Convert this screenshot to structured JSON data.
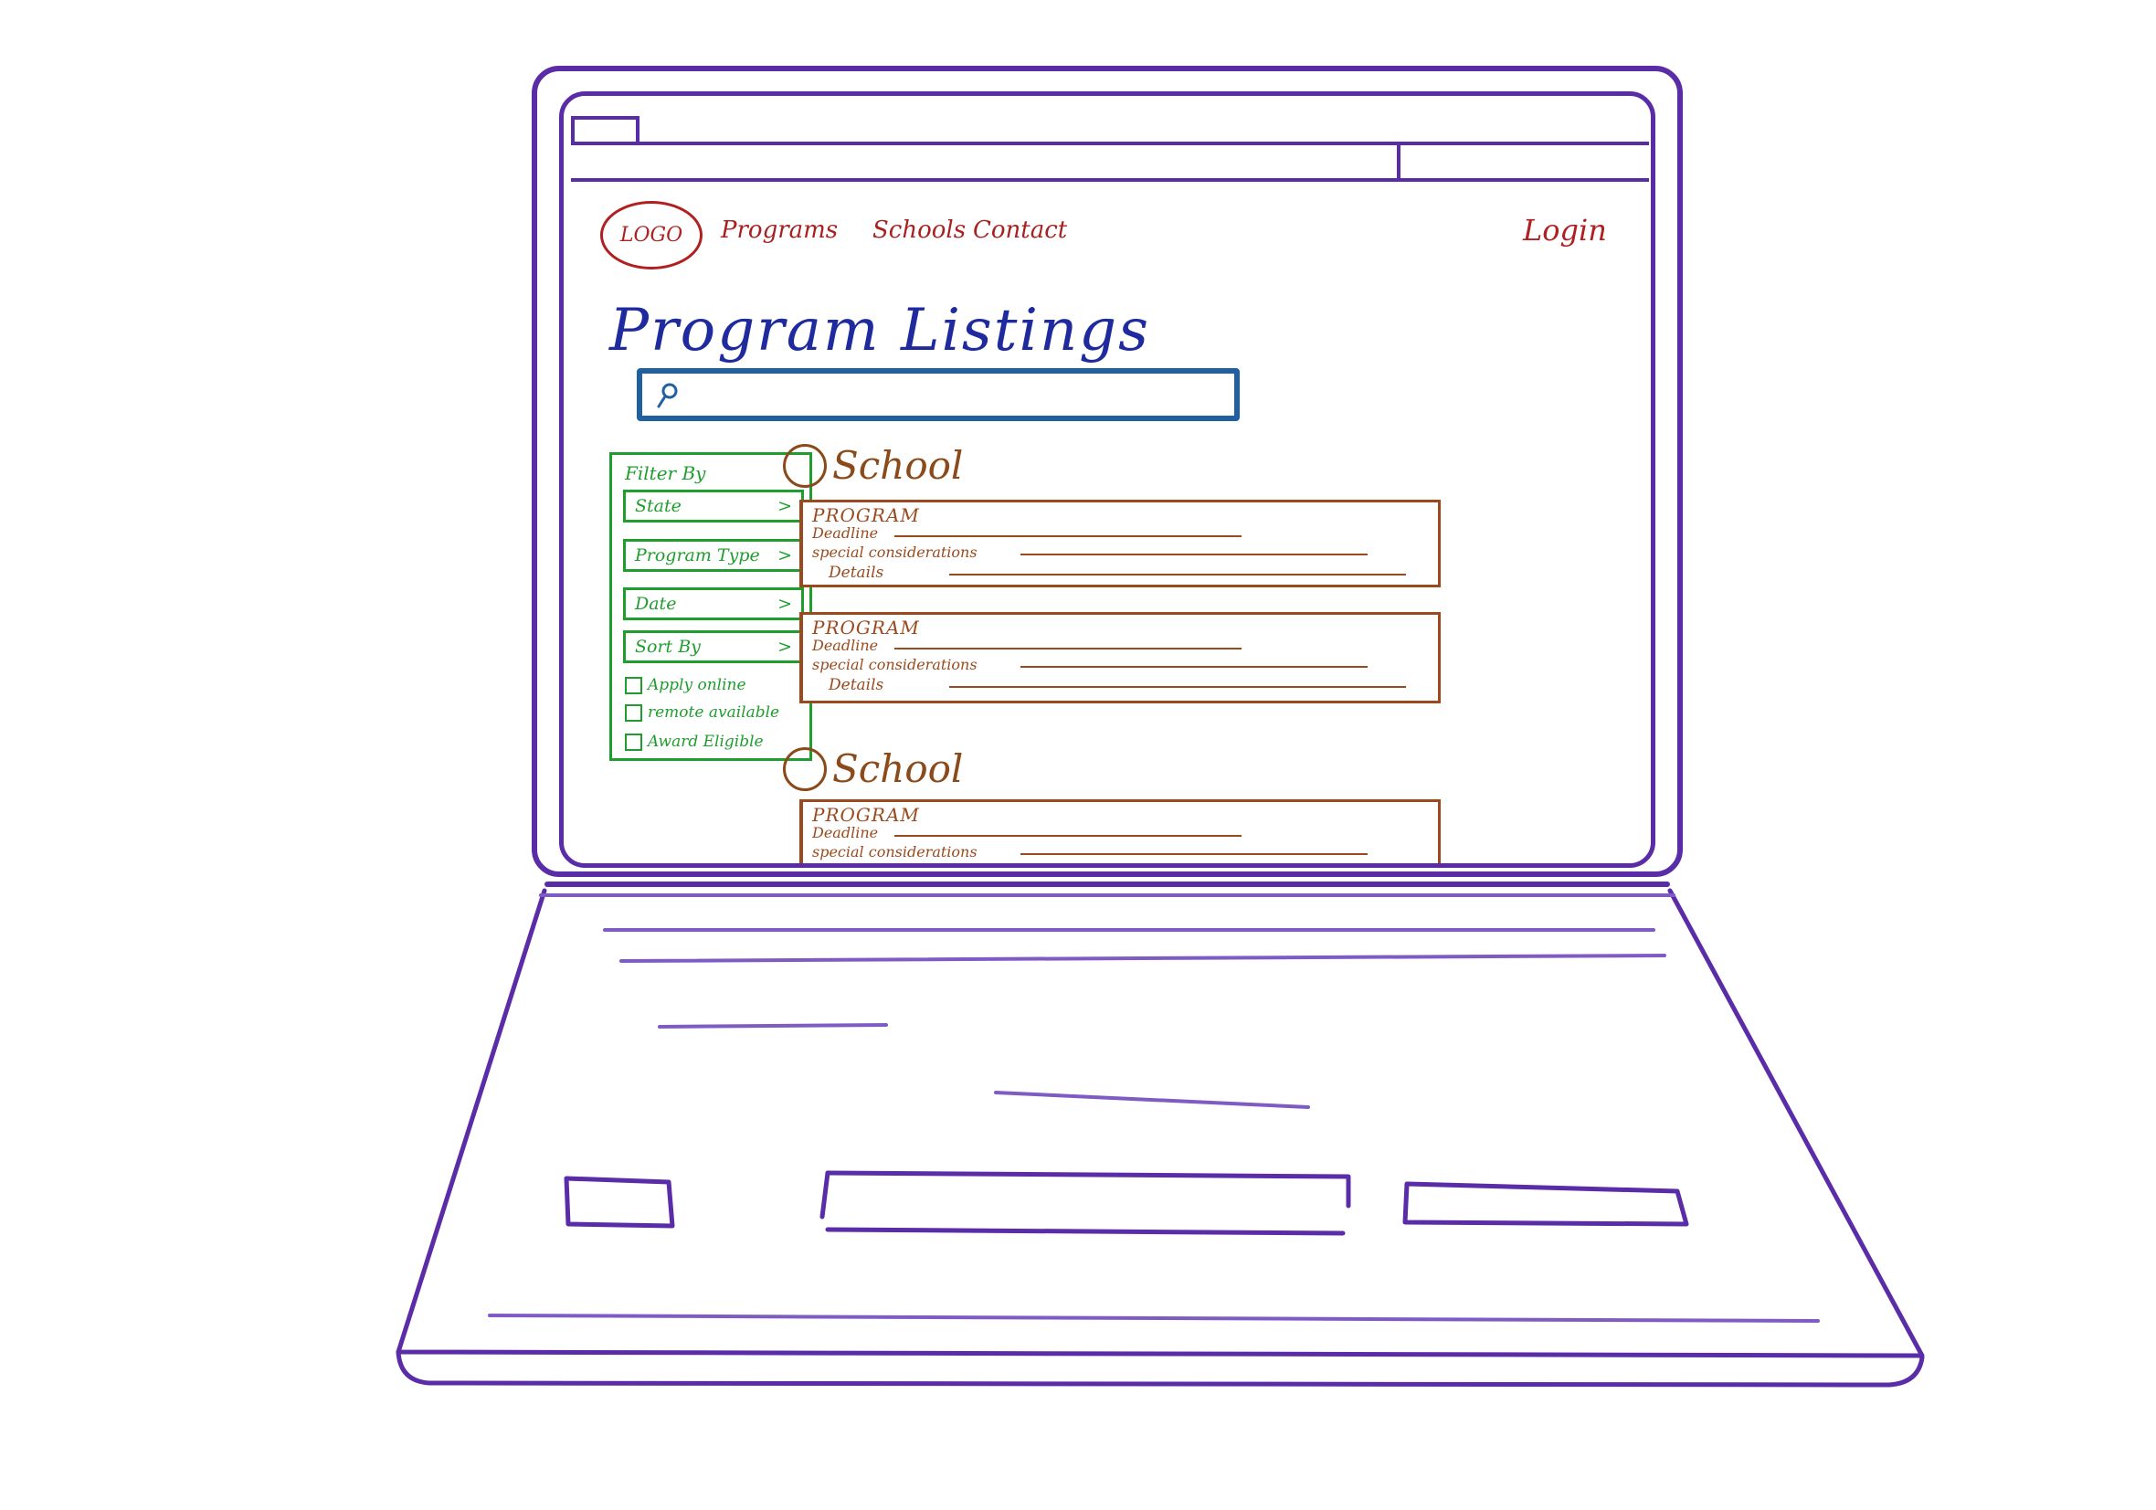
{
  "browser": {
    "tab_label": "",
    "address": ""
  },
  "nav": {
    "logo": "LOGO",
    "items": [
      "Programs",
      "Schools",
      "Contact"
    ],
    "login": "Login"
  },
  "page": {
    "title": "Program Listings"
  },
  "search": {
    "value": "",
    "placeholder": ""
  },
  "filter": {
    "title": "Filter By",
    "buttons": [
      {
        "label": "State",
        "arrow": ">"
      },
      {
        "label": "Program Type",
        "arrow": ">"
      },
      {
        "label": "Date",
        "arrow": ">"
      },
      {
        "label": "Sort By",
        "arrow": ">"
      }
    ],
    "checkboxes": [
      {
        "label": "Apply online",
        "checked": false
      },
      {
        "label": "remote available",
        "checked": false
      },
      {
        "label": "Award Eligible",
        "checked": false
      }
    ]
  },
  "listings": [
    {
      "school": "School",
      "programs": [
        {
          "title": "PROGRAM",
          "deadline": "Deadline",
          "special": "special considerations",
          "details": "Details"
        },
        {
          "title": "PROGRAM",
          "deadline": "Deadline",
          "special": "special considerations",
          "details": "Details"
        }
      ]
    },
    {
      "school": "School",
      "programs": [
        {
          "title": "PROGRAM",
          "deadline": "Deadline",
          "special": "special considerations"
        }
      ]
    }
  ],
  "colors": {
    "frame": "#5a2ca8",
    "nav": "#b02020",
    "title": "#1f2a9e",
    "search": "#2060a0",
    "filter": "#1f9e2e",
    "listing": "#9a4a1e"
  }
}
